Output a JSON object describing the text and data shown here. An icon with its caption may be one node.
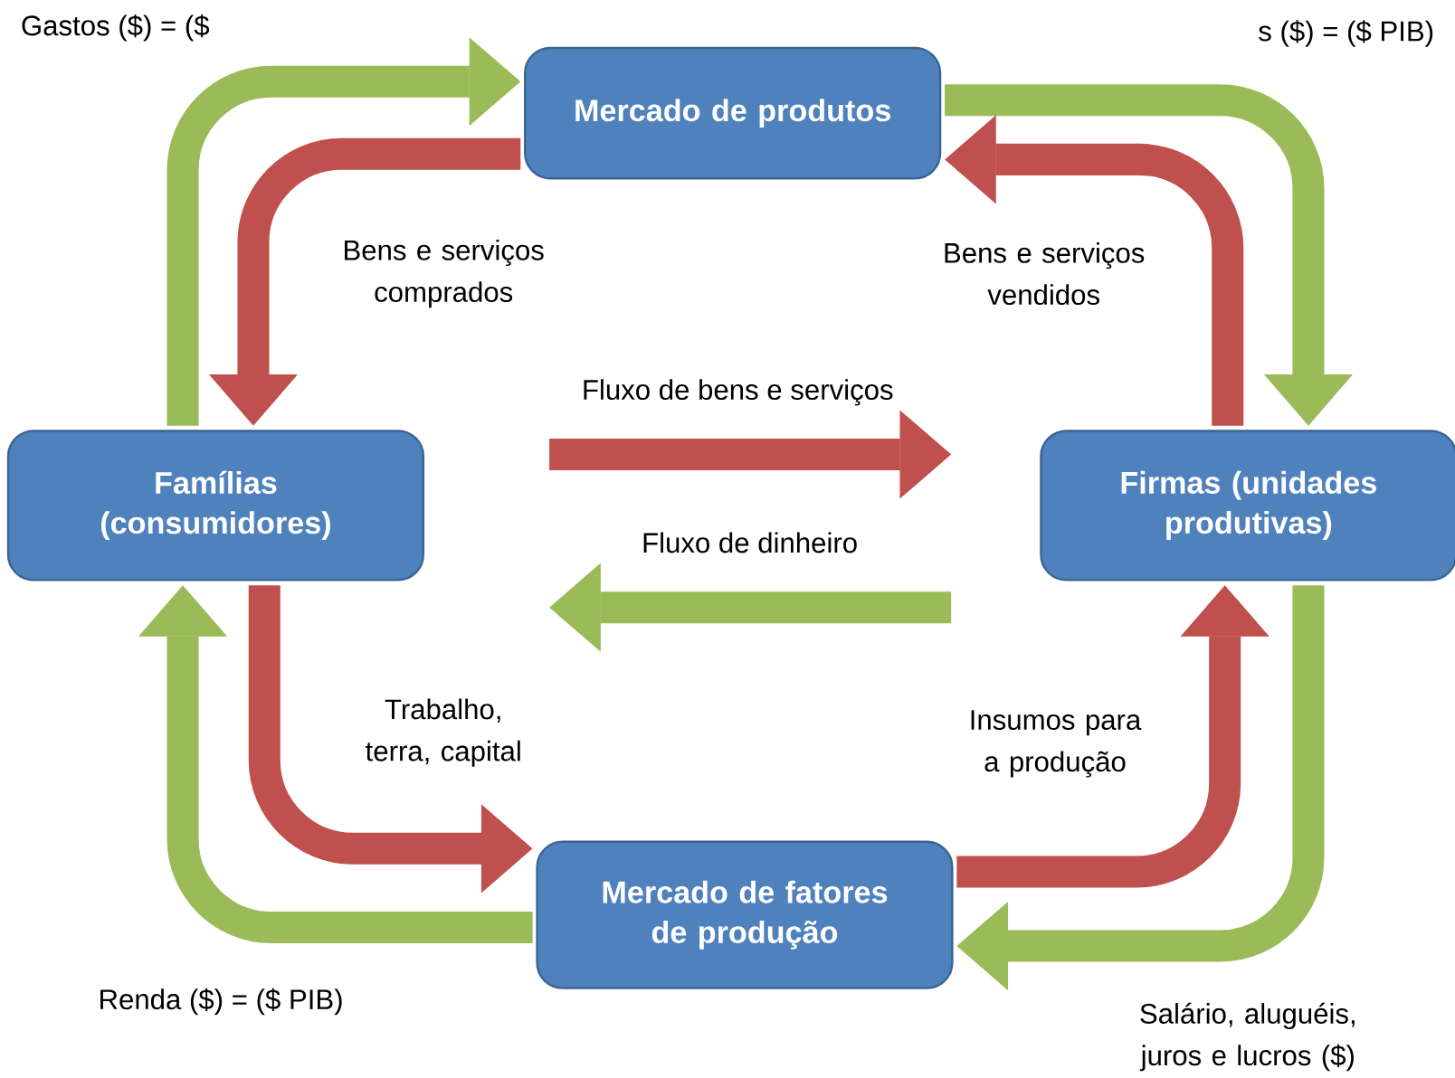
{
  "diagram": {
    "nodes": [
      {
        "text": [
          "Mercado de produtos"
        ]
      },
      {
        "text": [
          "Famílias (consumidores)"
        ]
      },
      {
        "text": [
          "Firmas (unidades produtivas)"
        ]
      },
      {
        "text": [
          "Mercado de fatores de produção"
        ]
      }
    ],
    "edges": [
      {
        "from": 1,
        "to": 0,
        "arrow": "to",
        "color": "#9bbb59"
      },
      {
        "from": 0,
        "to": 1,
        "arrow": "to",
        "color": "#c0504d",
        "label": "Bens e serviços comprados"
      },
      {
        "from": 0,
        "to": 2,
        "arrow": "to",
        "color": "#9bbb59"
      },
      {
        "from": 2,
        "to": 0,
        "arrow": "to",
        "color": "#c0504d",
        "label": "Bens e serviços vendidos"
      },
      {
        "from": 1,
        "to": 3,
        "arrow": "to",
        "color": "#c0504d",
        "label": "Trabalho, terra, capital"
      },
      {
        "from": 3,
        "to": 1,
        "arrow": "to",
        "color": "#9bbb59"
      },
      {
        "from": 2,
        "to": 3,
        "arrow": "to",
        "color": "#9bbb59",
        "label": "Salário, aluguéis, juros e lucros ($)"
      },
      {
        "from": 3,
        "to": 2,
        "arrow": "to",
        "color": "#c0504d",
        "label": "Insumos para a produção"
      }
    ],
    "labels": [
      "Gastos ($) = ($",
      "s ($) = ($ PIB)",
      "Renda ($) = ($ PIB)"
    ],
    "legend": [
      {
        "text": "Fluxo de bens e serviços",
        "color": "#c0504d"
      },
      {
        "text": "Fluxo de dinheiro",
        "color": "#9bbb59"
      }
    ]
  }
}
